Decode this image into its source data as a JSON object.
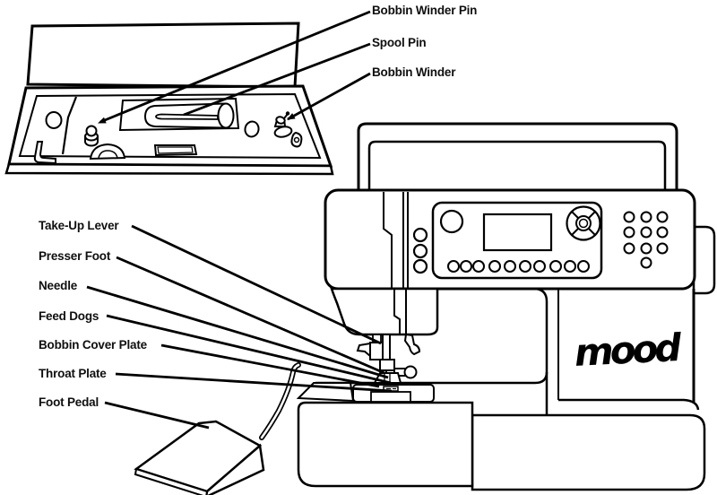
{
  "page": {
    "background": "#ffffff",
    "line_color": "#000000",
    "description_labels_total": 10
  },
  "top_callouts": [
    {
      "label": "Bobbin Winder Pin"
    },
    {
      "label": "Spool Pin"
    },
    {
      "label": "Bobbin Winder"
    }
  ],
  "left_callouts": [
    {
      "label": "Take-Up Lever"
    },
    {
      "label": "Presser Foot"
    },
    {
      "label": "Needle"
    },
    {
      "label": "Feed Dogs"
    },
    {
      "label": "Bobbin Cover Plate"
    },
    {
      "label": "Throat Plate"
    },
    {
      "label": "Foot Pedal"
    }
  ],
  "machine": {
    "brand_logo": "mood"
  }
}
